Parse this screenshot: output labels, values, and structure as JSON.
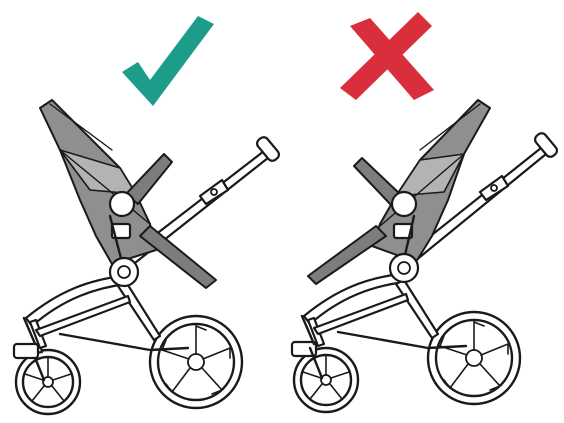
{
  "colors": {
    "correct": "#1e9c8a",
    "incorrect": "#d92e3b",
    "seat_fabric": "#8f8f8f",
    "line": "#1a1a1a"
  },
  "panels": [
    {
      "id": "correct",
      "icon": "check-mark-icon",
      "meaning": "correct",
      "seat_orientation": "parent-facing"
    },
    {
      "id": "incorrect",
      "icon": "cross-mark-icon",
      "meaning": "incorrect",
      "seat_orientation": "world-facing"
    }
  ]
}
